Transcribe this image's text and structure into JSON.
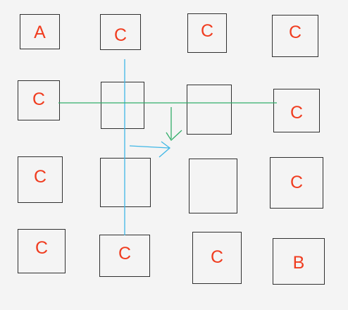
{
  "colors": {
    "label": "#f03c1f",
    "border": "#2f2f2f",
    "background": "#f4f4f4",
    "vertical_line": "#3fb7e6",
    "horizontal_line": "#32ae6a"
  },
  "grid": {
    "rows": [
      [
        "A",
        "C",
        "C",
        "C"
      ],
      [
        "C",
        "",
        "",
        "C"
      ],
      [
        "C",
        "",
        "",
        "C"
      ],
      [
        "C",
        "C",
        "C",
        "B"
      ]
    ]
  },
  "lines": {
    "vertical": {
      "color": "vertical_line",
      "arrow_direction": "right"
    },
    "horizontal": {
      "color": "horizontal_line",
      "arrow_direction": "down"
    }
  }
}
